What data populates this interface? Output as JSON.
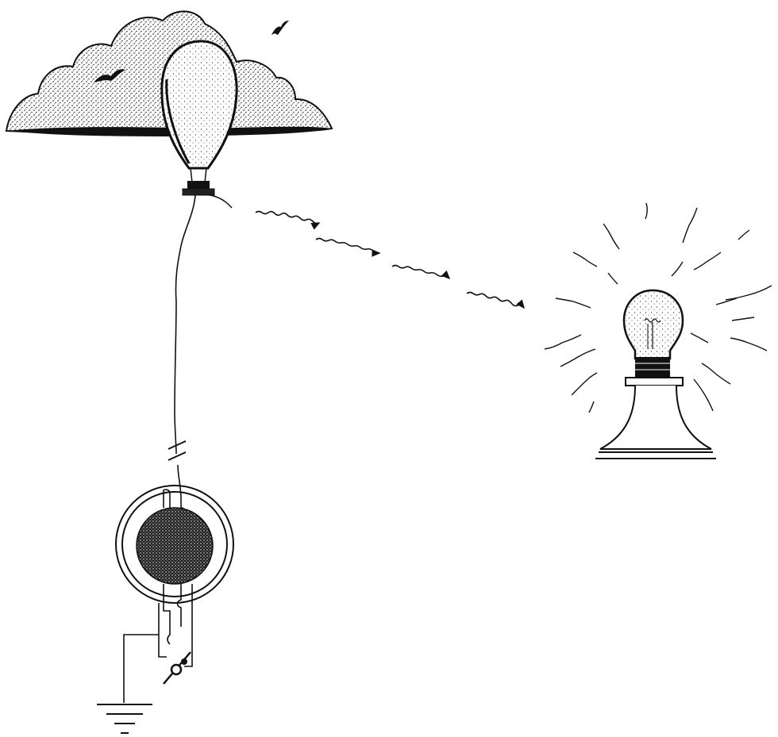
{
  "diagram": {
    "style": "black ink line illustration",
    "colors": {
      "ink": "#111111",
      "paper": "#ffffff",
      "stipple": "#1a1a1a"
    },
    "elements": [
      {
        "name": "cloud",
        "icon": "cloud-icon"
      },
      {
        "name": "balloon",
        "icon": "hot-air-balloon-icon"
      },
      {
        "name": "bird",
        "icon": "bird-icon",
        "count": 2
      },
      {
        "name": "tether-wire",
        "icon": "wire-icon"
      },
      {
        "name": "generator",
        "icon": "generator-coil-icon"
      },
      {
        "name": "spark-gap",
        "icon": "spark-gap-icon"
      },
      {
        "name": "ground",
        "icon": "ground-symbol-icon"
      },
      {
        "name": "wireless-transmission",
        "icon": "wavy-arrow-icon"
      },
      {
        "name": "light-bulb",
        "icon": "glowing-bulb-icon"
      },
      {
        "name": "lamp-stand",
        "icon": "pedestal-icon"
      }
    ]
  }
}
